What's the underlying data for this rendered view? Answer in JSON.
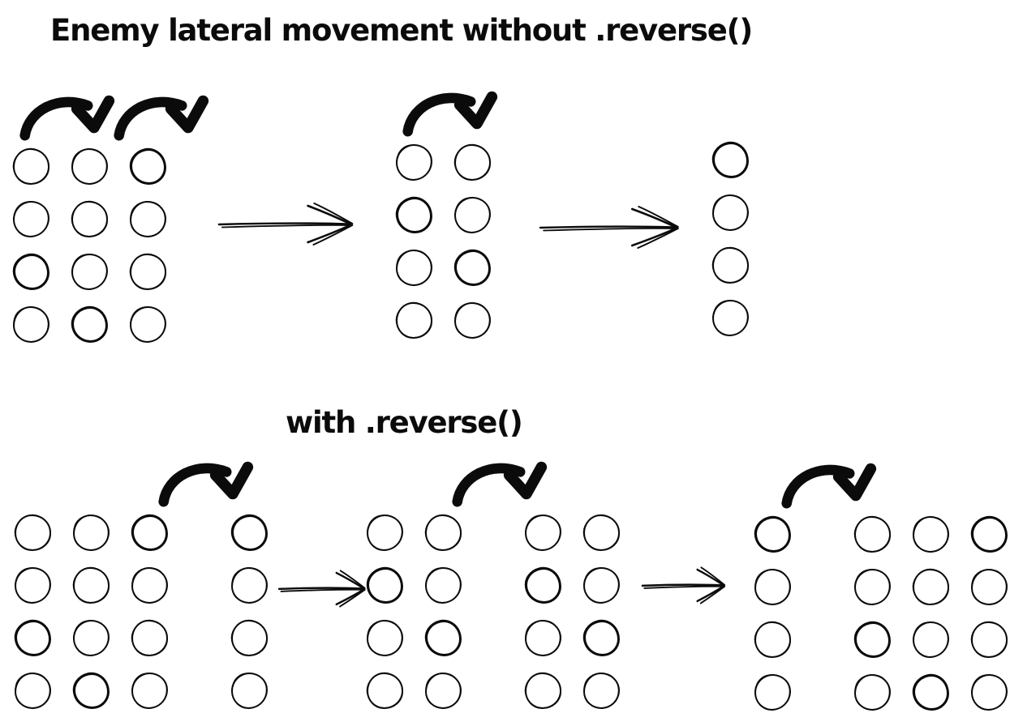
{
  "ink_color": "#0b0b0b",
  "background_color": "#ffffff",
  "top_section": {
    "title": "Enemy lateral movement without .reverse()",
    "states": [
      {
        "rows": 4,
        "blocks": [
          3
        ],
        "curved_arrows": [
          {
            "from_col": 0,
            "to_col": 1
          },
          {
            "from_col": 1,
            "to_col": 2
          }
        ]
      },
      {
        "rows": 4,
        "blocks": [
          2
        ],
        "curved_arrows": [
          {
            "from_col": 0,
            "to_col": 1
          }
        ]
      },
      {
        "rows": 4,
        "blocks": [
          1
        ],
        "curved_arrows": []
      }
    ]
  },
  "bottom_section": {
    "title": "with .reverse()",
    "states": [
      {
        "rows": 4,
        "blocks": [
          3,
          1
        ],
        "curved_arrows": [
          {
            "from_col": 2,
            "to_col": 3
          }
        ]
      },
      {
        "rows": 4,
        "blocks": [
          2,
          2
        ],
        "curved_arrows": [
          {
            "from_col": 1,
            "to_col": 2
          }
        ]
      },
      {
        "rows": 4,
        "blocks": [
          1,
          3
        ],
        "curved_arrows": [
          {
            "from_col": 0,
            "to_col": 1
          }
        ]
      }
    ]
  }
}
